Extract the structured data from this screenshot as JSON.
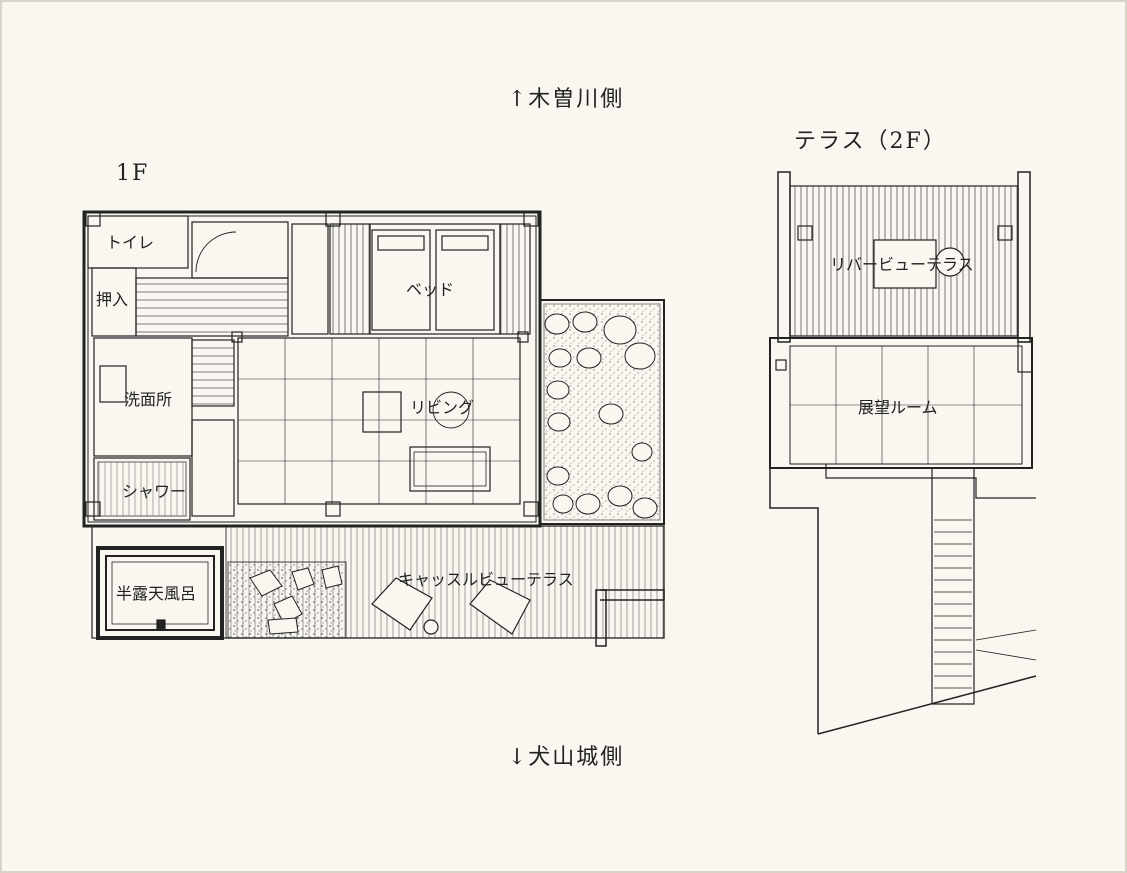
{
  "direction_labels": {
    "top": "↑木曽川側",
    "bottom": "↓犬山城側"
  },
  "floors": {
    "first": {
      "title": "1F",
      "rooms": {
        "toilet": "トイレ",
        "closet": "押入",
        "washroom": "洗面所",
        "shower": "シャワー",
        "bed": "ベッド",
        "living": "リビング",
        "bath": "半露天風呂",
        "castle_terrace": "キャッスルビューテラス"
      }
    },
    "terrace": {
      "title": "テラス（2F）",
      "rooms": {
        "river_terrace": "リバービューテラス",
        "view_room": "展望ルーム"
      }
    }
  },
  "colors": {
    "background": "#faf7f1",
    "border": "#d9d3c8",
    "ink": "#222222"
  }
}
